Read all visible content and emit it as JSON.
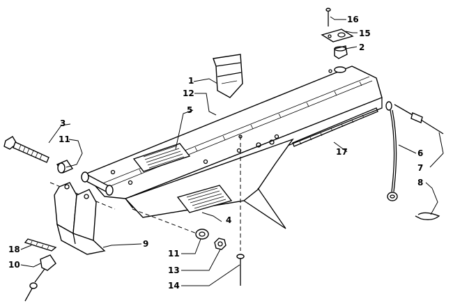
{
  "diagram": {
    "callouts": [
      {
        "id": "c1",
        "label": "1"
      },
      {
        "id": "c2",
        "label": "2"
      },
      {
        "id": "c3",
        "label": "3"
      },
      {
        "id": "c4",
        "label": "4"
      },
      {
        "id": "c5",
        "label": "5"
      },
      {
        "id": "c6",
        "label": "6"
      },
      {
        "id": "c7",
        "label": "7"
      },
      {
        "id": "c8",
        "label": "8"
      },
      {
        "id": "c9",
        "label": "9"
      },
      {
        "id": "c10",
        "label": "10"
      },
      {
        "id": "c11a",
        "label": "11"
      },
      {
        "id": "c11b",
        "label": "11"
      },
      {
        "id": "c12",
        "label": "12"
      },
      {
        "id": "c13",
        "label": "13"
      },
      {
        "id": "c14",
        "label": "14"
      },
      {
        "id": "c15",
        "label": "15"
      },
      {
        "id": "c16",
        "label": "16"
      },
      {
        "id": "c17",
        "label": "17"
      },
      {
        "id": "c18",
        "label": "18"
      }
    ]
  }
}
